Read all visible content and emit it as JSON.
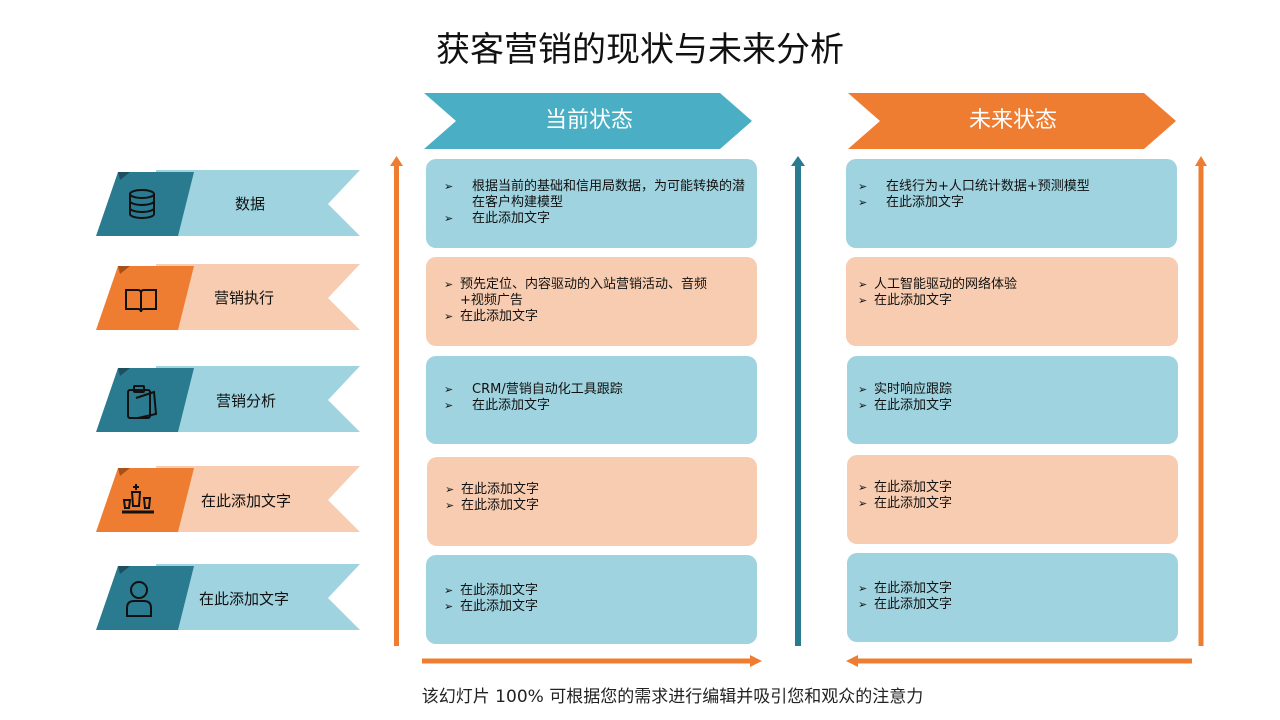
{
  "title": "获客营销的现状与未来分析",
  "footer": "该幻灯片 100% 可根据您的需求进行编辑并吸引您和观众的注意力",
  "headers": {
    "current": "当前状态",
    "future": "未来状态"
  },
  "categories": [
    {
      "label": "数据",
      "icon": "database-icon"
    },
    {
      "label": "营销执行",
      "icon": "book-icon"
    },
    {
      "label": "营销分析",
      "icon": "clipboard-icon"
    },
    {
      "label": "在此添加文字",
      "icon": "chess-icon"
    },
    {
      "label": "在此添加文字",
      "icon": "user-icon"
    }
  ],
  "current": [
    {
      "items": [
        "根据当前的基础和信用局数据，为可能转换的潜在客户构建模型",
        "在此添加文字"
      ]
    },
    {
      "items": [
        "预先定位、内容驱动的入站营销活动、音频+视频广告",
        "在此添加文字"
      ]
    },
    {
      "items": [
        "CRM/营销自动化工具跟踪",
        "在此添加文字"
      ]
    },
    {
      "items": [
        "在此添加文字",
        "在此添加文字"
      ]
    },
    {
      "items": [
        "在此添加文字",
        "在此添加文字"
      ]
    }
  ],
  "future": [
    {
      "items": [
        "在线行为+人口统计数据+预测模型",
        "在此添加文字"
      ]
    },
    {
      "items": [
        "人工智能驱动的网络体验",
        "在此添加文字"
      ]
    },
    {
      "items": [
        "实时响应跟踪",
        "在此添加文字"
      ]
    },
    {
      "items": [
        "在此添加文字",
        "在此添加文字"
      ]
    },
    {
      "items": [
        "在此添加文字",
        "在此添加文字"
      ]
    }
  ],
  "colors": {
    "teal": "#4aafc4",
    "orange": "#ef7d31",
    "dark_teal": "#2a7a90",
    "light_blue": "#9fd3df",
    "peach": "#f7ccb0"
  }
}
